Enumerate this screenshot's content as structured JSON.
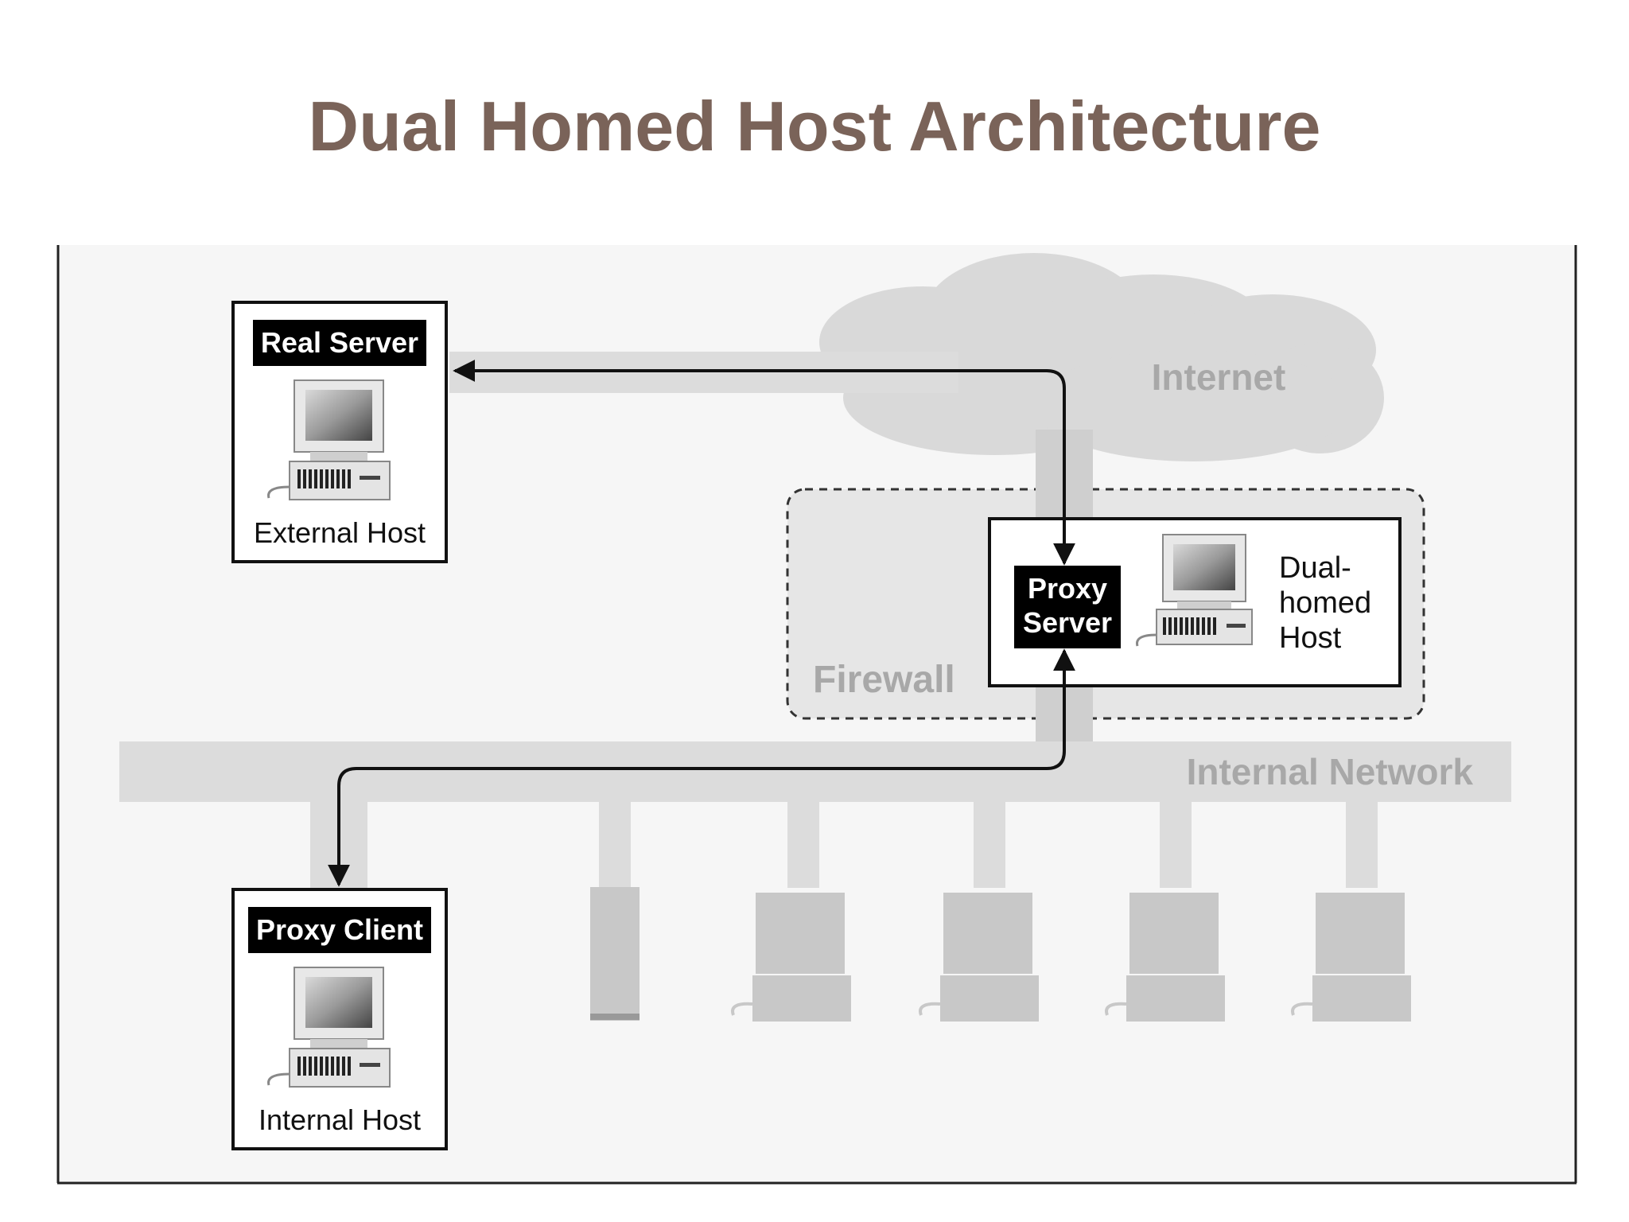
{
  "title": "Dual Homed Host Architecture",
  "diagram": {
    "external_box": {
      "badge": "Real Server",
      "caption": "External Host"
    },
    "internal_box": {
      "badge": "Proxy Client",
      "caption": "Internal Host"
    },
    "proxy_box": {
      "badge_line1": "Proxy",
      "badge_line2": "Server",
      "host_line1": "Dual-",
      "host_line2": "homed",
      "host_line3": "Host"
    },
    "internet_label": "Internet",
    "firewall_label": "Firewall",
    "internal_network_label": "Internal Network",
    "colors": {
      "title": "#7a6359",
      "gray_shape": "#d8d8d8",
      "gray_label": "#a8a8a8",
      "line": "#111111"
    }
  }
}
